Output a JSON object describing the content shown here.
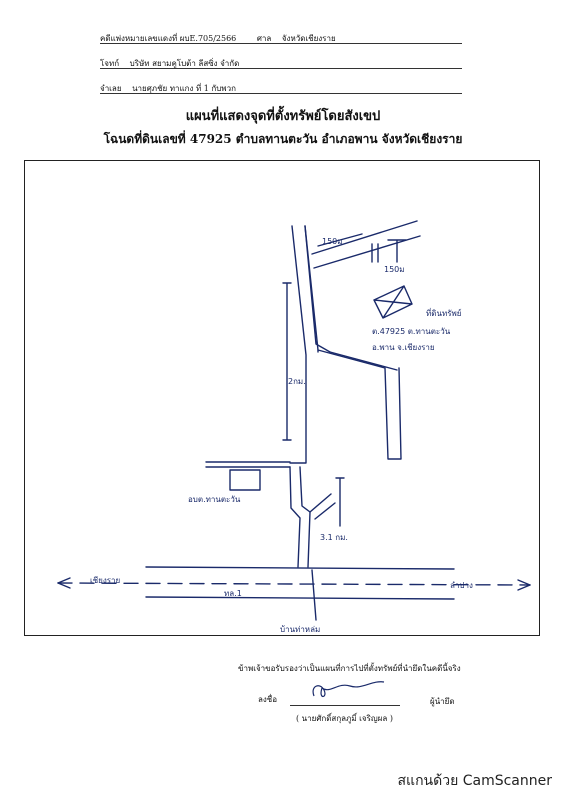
{
  "header": {
    "case_label": "คดีแพ่งหมายเลขแดงที่ ผบE.705/2566",
    "court_label": "ศาล",
    "court_value": "จังหวัดเชียงราย",
    "plaintiff_label": "โจทก์",
    "plaintiff_value": "บริษัท สยามคูโบต้า ลีสซิ่ง จำกัด",
    "defendant_label": "จำเลย",
    "defendant_value": "นายศุภชัย ทาแกง ที่ 1 กับพวก"
  },
  "titles": {
    "main": "แผนที่แสดงจุดที่ตั้งทรัพย์โดยสังเขป",
    "sub": "โฉนดที่ดินเลขที่ 47925 ตำบลทานตะวัน อำเภอพาน จังหวัดเชียงราย"
  },
  "map": {
    "dist_top": "150ม",
    "dist_side": "150ม",
    "property_line1": "ที่ดินทรัพย์",
    "property_line2": "ต.47925 ต.ทานตะวัน",
    "property_line3": "อ.พาน จ.เชียงราย",
    "dist_road": "2กม.",
    "office_label": "อบต.ทานตะวัน",
    "dist_junction": "3.1 กม.",
    "left_dir": "เชียงราย",
    "right_dir": "ลำปาง",
    "highway": "ทล.1",
    "junction": "บ้านท่าหล่ม"
  },
  "footer": {
    "certify": "ข้าพเจ้าขอรับรองว่าเป็นแผนที่การไปที่ตั้งทรัพย์ที่นำยึดในคดีนี้จริง",
    "sign_label": "ลงชื่อ",
    "role": "ผู้นำยึด",
    "name": "( นายศักดิ์สกุลภูมิ์ เจริญผล )"
  },
  "watermark": "สแกนด้วย CamScanner"
}
